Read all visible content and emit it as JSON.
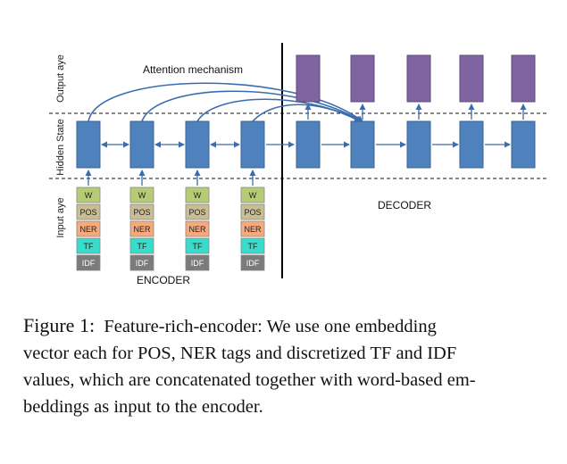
{
  "diagram": {
    "layer_labels": {
      "output": "Output aye",
      "hidden": "Hidden State",
      "input": "Input aye"
    },
    "attention_label": "Attention mechanism",
    "encoder_label": "ENCODER",
    "decoder_label": "DECODER",
    "features": [
      "W",
      "POS",
      "NER",
      "TF",
      "IDF"
    ],
    "feature_colors": {
      "W": "#b6cc74",
      "POS": "#c9bd93",
      "NER": "#f7a97b",
      "TF": "#38dccb",
      "IDF": "#7b7b7b"
    },
    "hidden_color": "#4f81bd",
    "output_color": "#8064a2",
    "encoder_steps": 4,
    "decoder_steps": 5
  },
  "caption": {
    "figure_label": "Figure 1:",
    "lines": [
      "Feature-rich-encoder: We use one embedding",
      "vector each for POS, NER tags and discretized TF and IDF",
      "values, which are concatenated together with word-based em-",
      "beddings as input to the encoder."
    ]
  }
}
